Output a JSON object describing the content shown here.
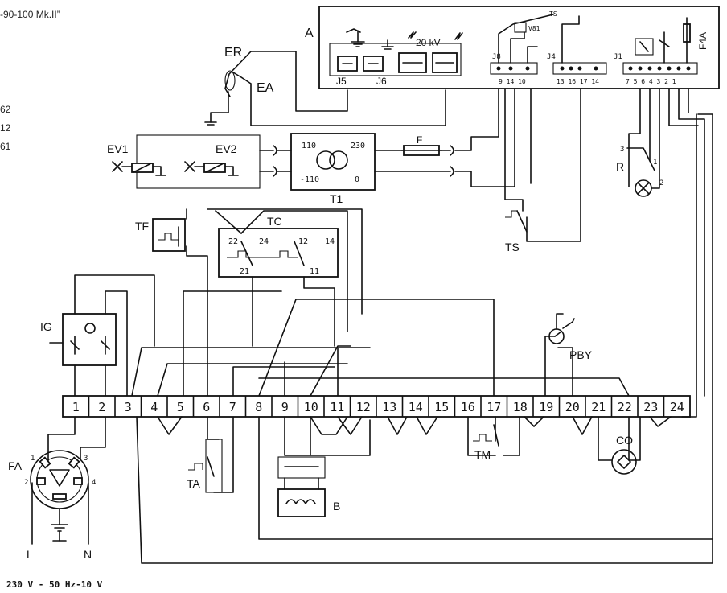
{
  "header": {
    "model_fragment": "-90-100 Mk.II”",
    "codes": [
      "62",
      "12",
      "61"
    ]
  },
  "labels": {
    "A": "A",
    "ER": "ER",
    "EA": "EA",
    "EV1": "EV1",
    "EV2": "EV2",
    "F": "F",
    "T1": "T1",
    "TF": "TF",
    "TC": "TC",
    "TS": "TS",
    "IG": "IG",
    "PBY": "PBY",
    "TA": "TA",
    "TM": "TM",
    "B": "B",
    "CO": "CO",
    "FA": "FA",
    "FAA": "F4A",
    "R": "R",
    "L": "L",
    "N": "N"
  },
  "control_unit": {
    "connectors": [
      "J5",
      "J6"
    ],
    "ignition_voltage": "20 kV",
    "j8_label": "J8",
    "j8_pins": "9 14 10",
    "j4_label": "J4",
    "j4_pins": "13 16 17 14",
    "j1_label": "J1",
    "j1_pins": "7 5 6 4 3 2 1",
    "ts_label": "TS",
    "v81_label": "V81"
  },
  "transformer": {
    "in_top": "110",
    "in_bottom": "-110",
    "out_top": "230",
    "out_bottom": "0"
  },
  "tc_contacts": {
    "c22": "22",
    "c24": "24",
    "c21": "21",
    "c12": "12",
    "c14": "14",
    "c11": "11"
  },
  "fa_pins": {
    "p1": "1",
    "p2": "2",
    "p3": "3",
    "p4": "4"
  },
  "r_pins": {
    "p1": "1",
    "p2": "2",
    "p3": "3"
  },
  "terminals": [
    "1",
    "2",
    "3",
    "4",
    "5",
    "6",
    "7",
    "8",
    "9",
    "10",
    "11",
    "12",
    "13",
    "14",
    "15",
    "16",
    "17",
    "18",
    "19",
    "20",
    "21",
    "22",
    "23",
    "24"
  ],
  "supply": "230 V - 50 Hz-10 V"
}
